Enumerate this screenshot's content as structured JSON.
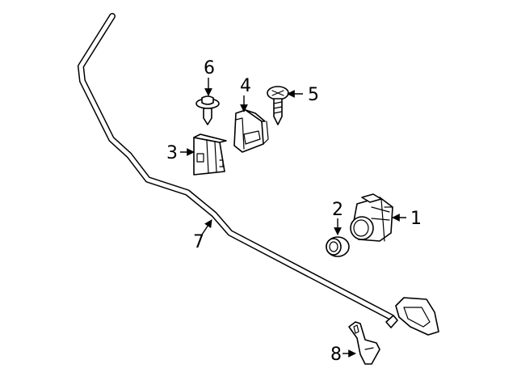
{
  "diagram": {
    "callouts": [
      {
        "id": "1",
        "label": "1",
        "part": "camera"
      },
      {
        "id": "2",
        "label": "2",
        "part": "bezel-ring"
      },
      {
        "id": "3",
        "label": "3",
        "part": "bracket-block"
      },
      {
        "id": "4",
        "label": "4",
        "part": "mounting-bracket"
      },
      {
        "id": "5",
        "label": "5",
        "part": "screw"
      },
      {
        "id": "6",
        "label": "6",
        "part": "push-rivet"
      },
      {
        "id": "7",
        "label": "7",
        "part": "wiring-harness"
      },
      {
        "id": "8",
        "label": "8",
        "part": "clip"
      }
    ],
    "colors": {
      "line": "#000000",
      "background": "#ffffff"
    }
  }
}
